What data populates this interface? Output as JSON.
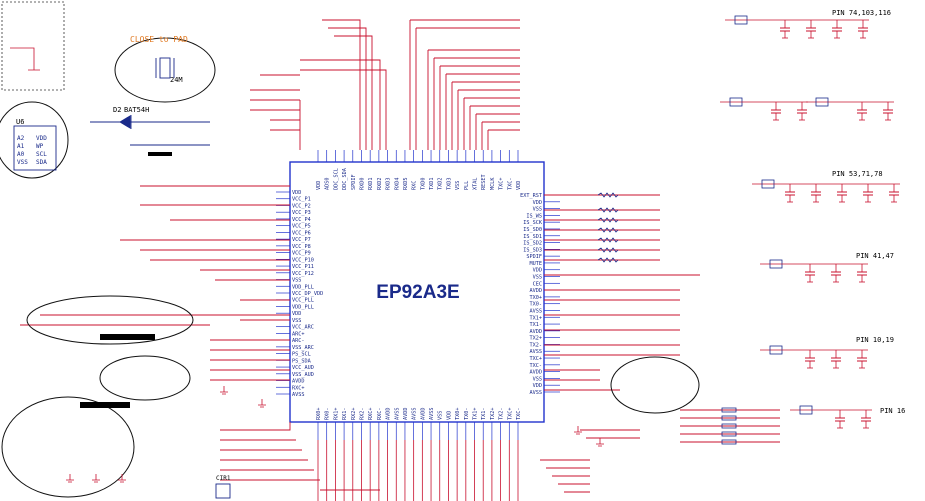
{
  "ic": {
    "name": "EP92A3E"
  },
  "notes": {
    "close_to_pad": "CLOSE to PAD",
    "diode": "D2",
    "diode_part": "BAT54H",
    "crystal_freq": "24M",
    "u_label": "U6",
    "crystal": "CIR1"
  },
  "pin_notes": {
    "p1": "PIN 74,103,116",
    "p2": "PIN 53,71,78",
    "p3": "PIN 41,47",
    "p4": "PIN 10,19",
    "p5": "PIN 16"
  },
  "eeprom_pins": [
    "A2",
    "A1",
    "A0",
    "VSS",
    "VDD",
    "WP",
    "SCL",
    "SDA"
  ],
  "top_pins": [
    "VDD",
    "ADS0",
    "DDC_SCL",
    "DDC_SDA",
    "SPDIF",
    "RXD0",
    "RXD1",
    "RXD2",
    "RXD3",
    "RXD4",
    "RXD5",
    "RXC",
    "TXD0",
    "TXD1",
    "TXD2",
    "TXD3",
    "VSS",
    "PLL",
    "XTAL",
    "RESET",
    "MCLK",
    "TXC+",
    "TXC-",
    "VDD"
  ],
  "bottom_pins": [
    "RX0+",
    "RX0-",
    "RX1+",
    "RX1-",
    "RX2+",
    "RX2-",
    "RXC+",
    "RXC-",
    "AVDD",
    "AVSS",
    "AVDD",
    "AVSS",
    "AVDD",
    "AVSS",
    "VSS",
    "VDD",
    "TX0+",
    "TX0-",
    "TX1+",
    "TX1-",
    "TX2+",
    "TX2-",
    "TXC+",
    "TXC-"
  ],
  "left_pins": [
    "VDD",
    "VCC_P1",
    "VCC_P2",
    "VCC_P3",
    "VCC_P4",
    "VCC_P5",
    "VCC_P6",
    "VCC_P7",
    "VCC_P8",
    "VCC_P9",
    "VCC_P10",
    "VCC_P11",
    "VCC_P12",
    "VSS",
    "VDD_PLL",
    "VCC_DP_VDD",
    "VCC_PLL",
    "VDD_PLL",
    "VDD",
    "VSS",
    "VCC_ARC",
    "ARC+",
    "ARC-",
    "VSS_ARC",
    "PS_SCL",
    "PS_SDA",
    "VCC_AUD",
    "VSS_AUD",
    "AVDD",
    "RXC+",
    "AVSS"
  ],
  "right_pins": [
    "EXT_RST",
    "VDD",
    "VSS",
    "IS_WS",
    "IS_SCK",
    "IS_SD0",
    "IS_SD1",
    "IS_SD2",
    "IS_SD3",
    "SPDIF",
    "MUTE",
    "VDD",
    "VSS",
    "CEC",
    "AVDD",
    "TX0+",
    "TX0-",
    "AVSS",
    "TX1+",
    "TX1-",
    "AVDD",
    "TX2+",
    "TX2-",
    "AVSS",
    "TXC+",
    "TXC-",
    "AVDD",
    "VSS",
    "VDD",
    "AVSS"
  ]
}
